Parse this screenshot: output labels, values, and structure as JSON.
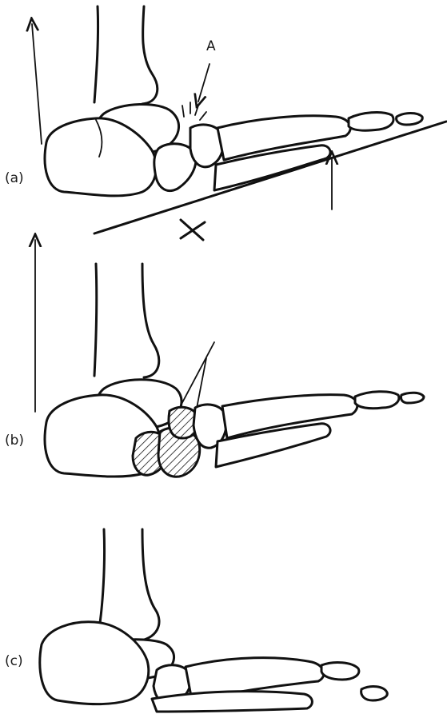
{
  "panels": [
    {
      "label": "(a)"
    },
    {
      "label": "(b)"
    },
    {
      "label": "(c)"
    }
  ],
  "annotation": {
    "pointer_label": "A"
  }
}
